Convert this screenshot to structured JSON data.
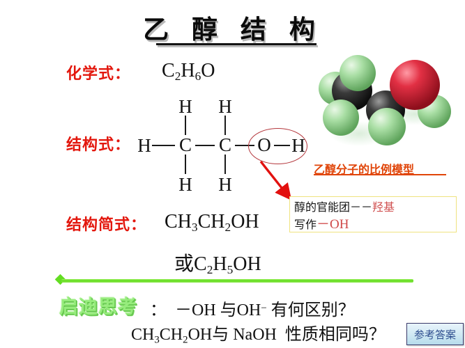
{
  "title": "乙 醇 结 构",
  "sections": {
    "molecular": {
      "label": "化学式：",
      "value_html": "C2H6O"
    },
    "structural": {
      "label": "结构式："
    },
    "condensed": {
      "label": "结构简式：",
      "line1": "CH3CH2OH",
      "line2": "或C2H5OH"
    }
  },
  "structure": {
    "atoms": [
      "H",
      "C",
      "C",
      "O",
      "H",
      "H",
      "H",
      "H",
      "H"
    ],
    "backbone": [
      "H",
      "C",
      "C",
      "O",
      "H"
    ],
    "top_hydrogens": [
      "H",
      "H"
    ],
    "bottom_hydrogens": [
      "H",
      "H"
    ],
    "highlight": "OH"
  },
  "model": {
    "caption": "乙醇分子的比例模型",
    "atom_colors": {
      "hydrogen": "#a8dfa8",
      "carbon": "#2b2b2b",
      "oxygen": "#d7263d"
    }
  },
  "callout": {
    "line1_prefix": "醇的官能团－－",
    "line1_highlight": "羟基",
    "line2_prefix": "写作",
    "line2_highlight": "－OH"
  },
  "think": {
    "heading": "启迪思考",
    "question1": "：  －OH 与OH− 有何区别？",
    "question2": "CH3CH2OH与 NaOH  性质相同吗？",
    "answer_button": "参考答案"
  },
  "colors": {
    "label_red": "#e3170d",
    "caption_orange": "#e04408",
    "divider_green": "#63dd22",
    "heading_green": "#96ec7c",
    "callout_border": "#efe37f",
    "ellipse_red": "#b4373c",
    "arrow_red": "#e2110f"
  }
}
